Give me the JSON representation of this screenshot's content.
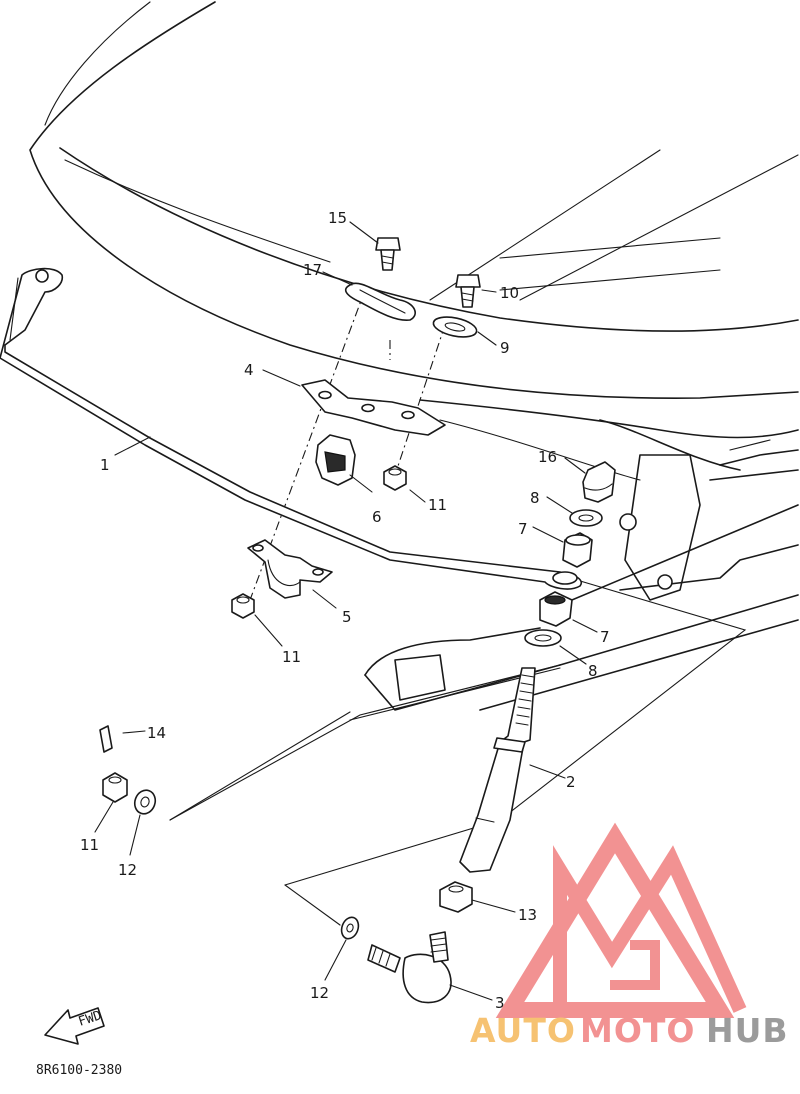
{
  "diagram": {
    "callouts": {
      "c1": "1",
      "c2": "2",
      "c3": "3",
      "c4": "4",
      "c5": "5",
      "c6": "6",
      "c7a": "7",
      "c7b": "7",
      "c8a": "8",
      "c8b": "8",
      "c9": "9",
      "c10": "10",
      "c11a": "11",
      "c11b": "11",
      "c11c": "11",
      "c12a": "12",
      "c12b": "12",
      "c13": "13",
      "c14": "14",
      "c15": "15",
      "c16": "16",
      "c17": "17"
    },
    "diagram_code": "8R6100-2380",
    "fwd_label": "FWD"
  },
  "watermark": {
    "word_part1": "AUTO",
    "word_part2": "MOTO",
    "word_part3": "HUB",
    "color_orange": "#f5b85a",
    "color_red": "#f08080",
    "color_gray": "#8a8a8a"
  }
}
